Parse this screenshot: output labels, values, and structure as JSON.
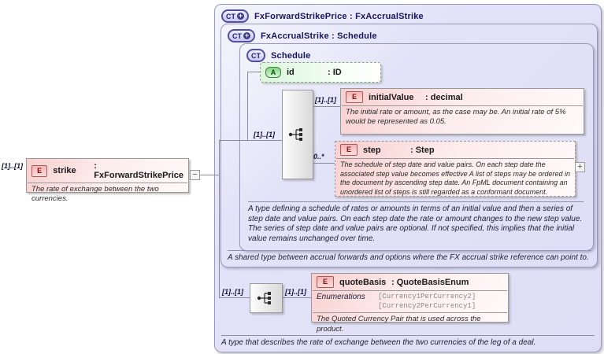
{
  "outer": {
    "badge": "CT",
    "badge_plus": "+",
    "title": "FxForwardStrikePrice : FxAccrualStrike",
    "description": "A type that describes the rate of exchange between the two currencies of the leg of a deal."
  },
  "accrual": {
    "badge": "CT",
    "badge_plus": "+",
    "title": "FxAccrualStrike : Schedule",
    "description": "A shared type between accrual forwards and options where the FX accrual strike reference can point to."
  },
  "schedule": {
    "badge": "CT",
    "title": "Schedule",
    "description": "A type defining a schedule of rates or amounts in terms of an initial value and then a series of step date and value pairs. On each step date the rate or amount changes to the new step value. The series of step date and value pairs are optional. If not specified, this implies that the initial value remains unchanged over time."
  },
  "strike": {
    "badge": "E",
    "name": "strike",
    "type": ": FxForwardStrikePrice",
    "cardinality": "[1]..[1]",
    "description": "The rate of exchange between the two currencies.",
    "toggle": "−"
  },
  "id_attr": {
    "badge": "A",
    "name": "id",
    "type": ": ID"
  },
  "branch_cardinality": "[1]..[1]",
  "initial_value": {
    "badge": "E",
    "name": "initialValue",
    "type": ": decimal",
    "cardinality": "[1]..[1]",
    "description": "The initial rate or amount, as the case may be. An initial rate of 5% would be represented as 0.05."
  },
  "step": {
    "badge": "E",
    "name": "step",
    "type": ": Step",
    "cardinality": "0..*",
    "description": "The schedule of step date and value pairs. On each step date the associated step value becomes effective A list of steps may be ordered in the document by ascending step date. An FpML document containing an unordered list of steps is still regarded as a conformant document.",
    "toggle": "+"
  },
  "quote_basis": {
    "badge": "E",
    "name": "quoteBasis",
    "type": ": QuoteBasisEnum",
    "cardinality_left": "[1]..[1]",
    "cardinality_right": "[1]..[1]",
    "enumerations_label": "Enumerations",
    "enumerations": [
      "[Currency1PerCurrency2]",
      "[Currency2PerCurrency1]"
    ],
    "description": "The Quoted Currency Pair that is used across the product."
  }
}
